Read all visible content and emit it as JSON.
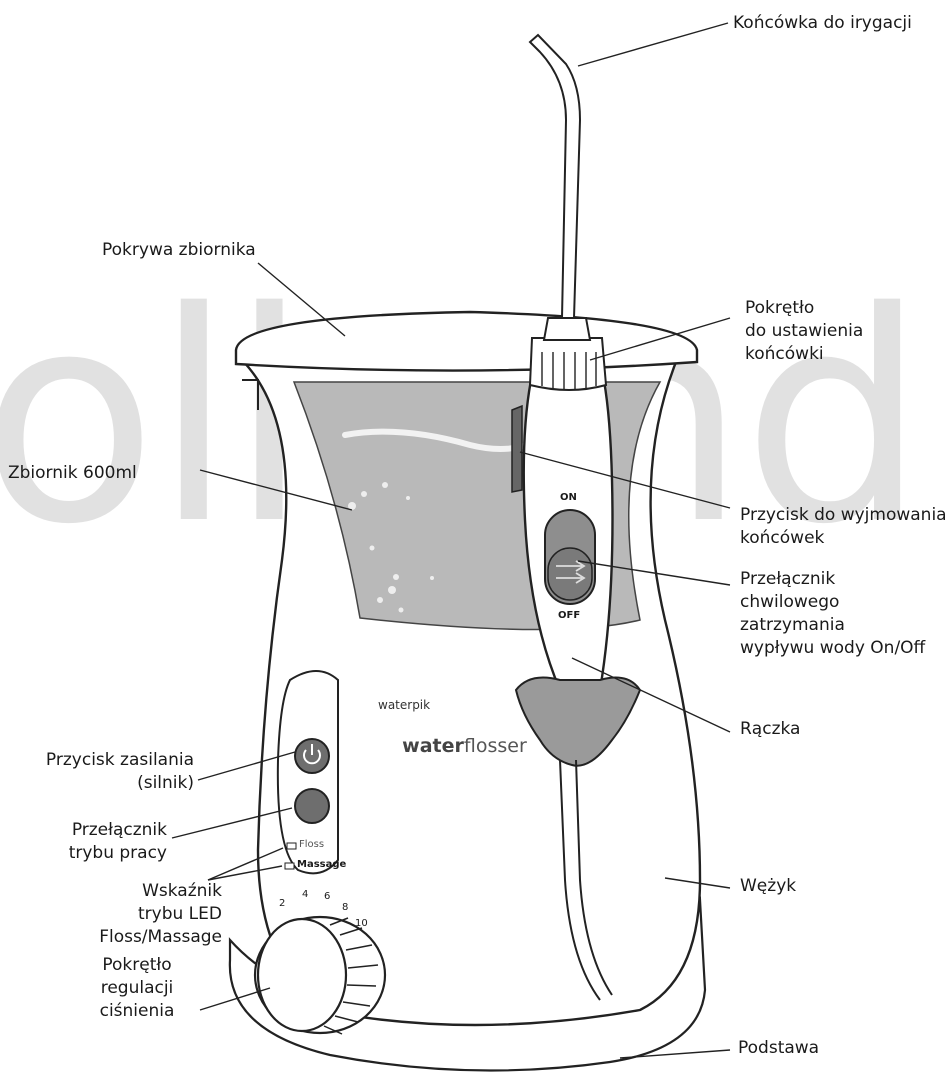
{
  "watermark": "olkandB",
  "brand": {
    "small": "waterpik",
    "water": "water",
    "flosser": "flosser"
  },
  "device": {
    "switch_on": "ON",
    "switch_off": "OFF",
    "led_floss": "Floss",
    "led_massage": "Massage",
    "dial_marks": [
      "2",
      "4",
      "6",
      "8",
      "10"
    ]
  },
  "labels": {
    "tip": "Końcówka do irygacji",
    "lid": "Pokrywa zbiornika",
    "knob_tip": "Pokrętło\ndo ustawienia\nkońcówki",
    "reservoir": "Zbiornik 600ml",
    "release_button": "Przycisk do wyjmowania\nkońcówek",
    "pause_switch": "Przełącznik\nchwilowego\nzatrzymania\nwypływu wody On/Off",
    "handle": "Rączka",
    "power_button": "Przycisk zasilania\n(silnik)",
    "mode_switch": "Przełącznik\ntrybu pracy",
    "led_indicator": "Wskaźnik\ntrybu LED\nFloss/Massage",
    "hose": "Wężyk",
    "pressure_knob": "Pokrętło\nregulacji\nciśnienia",
    "base": "Podstawa"
  }
}
